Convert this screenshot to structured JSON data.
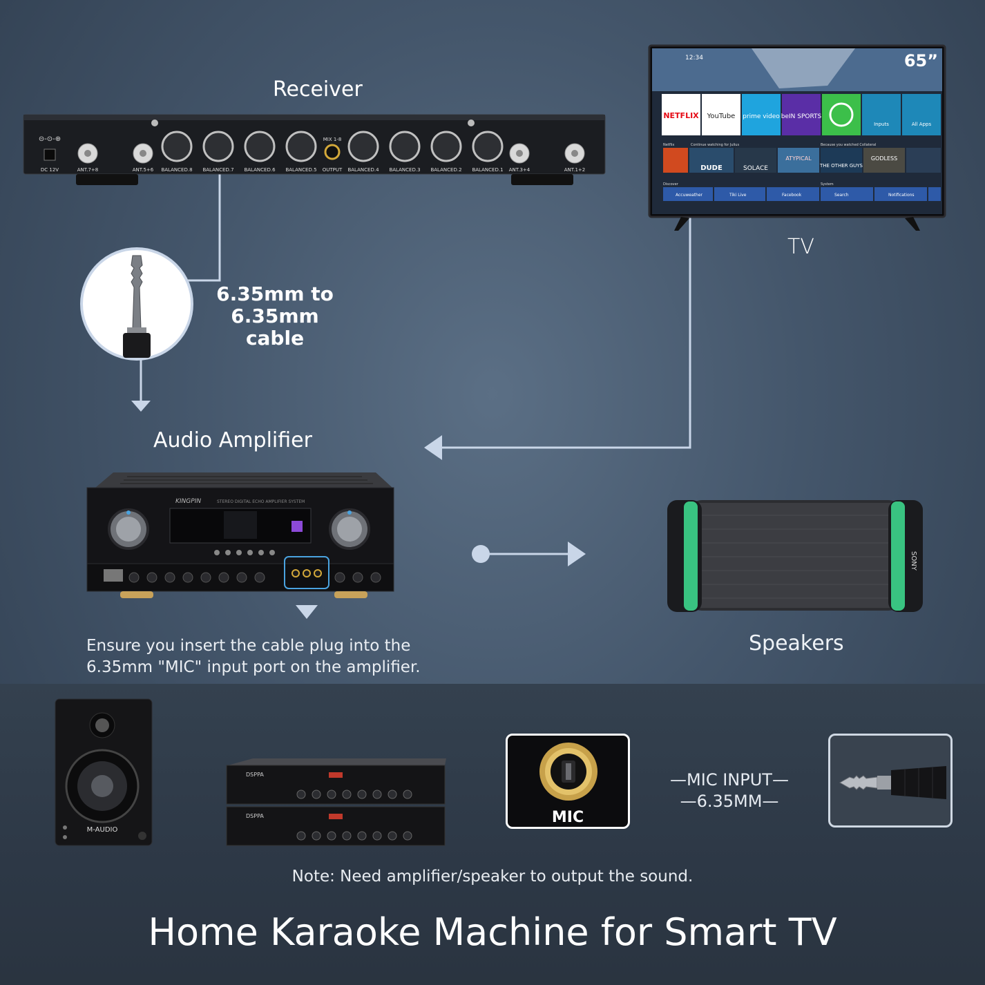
{
  "labels": {
    "receiver": "Receiver",
    "tv": "TV",
    "cable_line1": "6.35mm to",
    "cable_line2": "6.35mm cable",
    "amplifier": "Audio Amplifier",
    "insert_note_line1": "Ensure you insert the cable plug into the",
    "insert_note_line2": "6.35mm \"MIC\" input port on the amplifier.",
    "speakers": "Speakers",
    "mic_input_line1": "—MIC INPUT—",
    "mic_input_line2": "—6.35MM—",
    "mic_port": "MIC",
    "note": "Note: Need amplifier/speaker to output the sound.",
    "title": "Home Karaoke Machine for Smart TV"
  },
  "receiver": {
    "left_ports": [
      "DC 12V",
      "ANT.7+8",
      "ANT.5+6"
    ],
    "xlr_ports": [
      "BALANCED.8",
      "BALANCED.7",
      "BALANCED.6",
      "BALANCED.5"
    ],
    "mix_label": "MIX 1-8",
    "output_label": "OUTPUT",
    "xlr_ports_right": [
      "BALANCED.4",
      "BALANCED.3",
      "BALANCED.2",
      "BALANCED.1"
    ],
    "right_ports": [
      "ANT.3+4",
      "ANT.1+2"
    ]
  },
  "tv_screen": {
    "size": "65”",
    "time": "12:34",
    "apps": [
      "NETFLIX",
      "YouTube",
      "prime video",
      "beIN SPORTS",
      "",
      "Inputs",
      "All Apps"
    ],
    "row_headers": [
      "Netflix",
      "Continue watching for Julius",
      "Because you watched Collateral"
    ],
    "shows": [
      "DUDE",
      "SOLACE",
      "ATYPICAL",
      "THE OTHER GUYS",
      "GODLESS"
    ],
    "discover_header": "Discover",
    "system_header": "System",
    "discover_items": [
      "Accuweather",
      "Tiki Live",
      "Facebook",
      "Search",
      "Notifications"
    ]
  },
  "amplifier": {
    "brand": "KINGPIN",
    "model": "STEREO DIGITAL ECHO AMPLIFIER SYSTEM"
  },
  "speaker_brand": "SONY",
  "monitor_brand": "M-AUDIO",
  "rack_brand": "DSPPA",
  "colors": {
    "line": "#c9d6e8",
    "speaker_glow": "#3dd68c",
    "highlight": "#4aa3e0"
  }
}
